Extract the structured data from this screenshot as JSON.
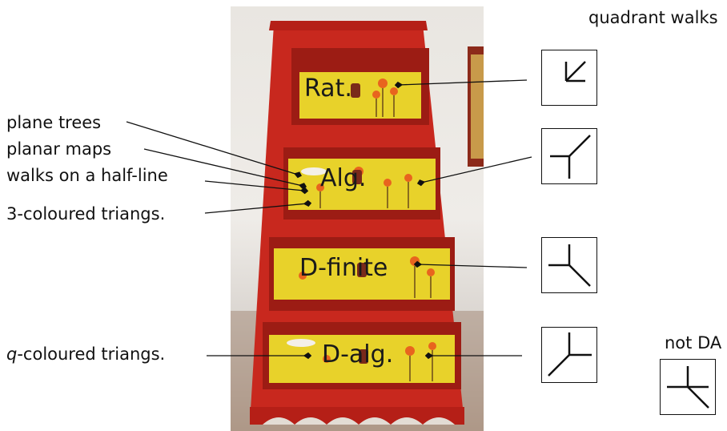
{
  "header": {
    "quadrant_title": "quadrant walks",
    "not_da_label": "not DA"
  },
  "drawers": [
    {
      "label": "Rat."
    },
    {
      "label": "Alg."
    },
    {
      "label": "D-finite"
    },
    {
      "label": "D-alg."
    }
  ],
  "left_labels": {
    "plane_trees": "plane trees",
    "planar_maps": "planar maps",
    "walks_half_line": "walks on a half-line",
    "three_col": "3-coloured triangs.",
    "q_prefix": "q",
    "q_rest": "-coloured triangs."
  },
  "walk_icons": [
    {
      "name": "step-set-rational-icon"
    },
    {
      "name": "step-set-algebraic-icon"
    },
    {
      "name": "step-set-dfinite-icon"
    },
    {
      "name": "step-set-dalgebraic-icon"
    },
    {
      "name": "step-set-not-da-icon"
    }
  ],
  "colors": {
    "cabinet_red": "#c8281e",
    "panel_yellow": "#e8d22a",
    "ink": "#111111"
  }
}
